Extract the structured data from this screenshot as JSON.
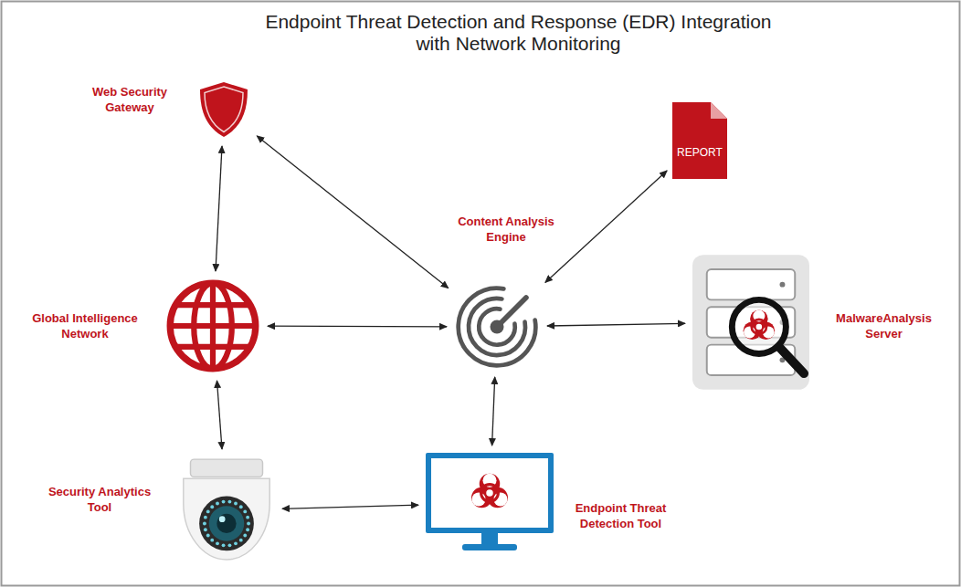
{
  "diagram": {
    "title": "Endpoint Threat Detection and Response (EDR) Integration with Network Monitoring",
    "nodes": [
      {
        "text": [
          "Web Security Gateway"
        ]
      },
      {
        "text": [
          "REPORT"
        ]
      },
      {
        "text": [
          "Content Analysis Engine"
        ]
      },
      {
        "text": [
          "Global Intelligence Network"
        ]
      },
      {
        "text": [
          "MalwareAnalysis Server"
        ]
      },
      {
        "text": [
          "Security Analytics Tool"
        ]
      },
      {
        "text": [
          "Endpoint Threat Detection Tool"
        ]
      }
    ],
    "edges": [
      {
        "from": 0,
        "to": 2,
        "arrow": "both"
      },
      {
        "from": 1,
        "to": 2,
        "arrow": "both"
      },
      {
        "from": 0,
        "to": 3,
        "arrow": "both"
      },
      {
        "from": 3,
        "to": 2,
        "arrow": "both"
      },
      {
        "from": 2,
        "to": 4,
        "arrow": "both"
      },
      {
        "from": 2,
        "to": 6,
        "arrow": "both"
      },
      {
        "from": 3,
        "to": 5,
        "arrow": "both"
      },
      {
        "from": 5,
        "to": 6,
        "arrow": "both"
      }
    ]
  }
}
